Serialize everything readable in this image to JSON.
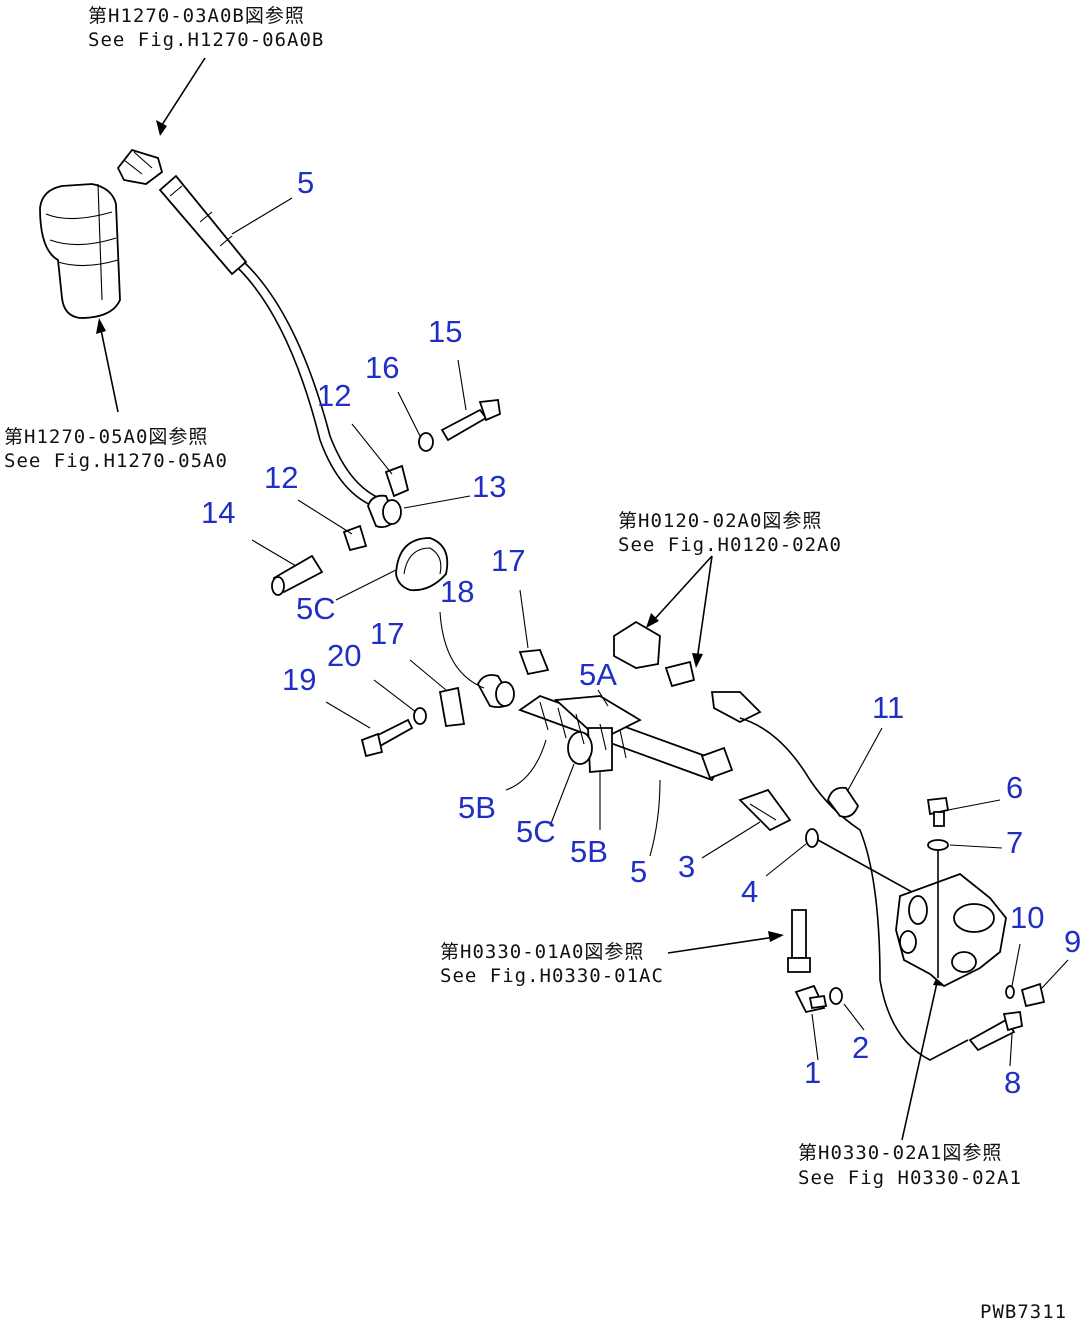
{
  "references": [
    {
      "id": "ref-h1270-03a0b",
      "jp": "第H1270-03A0B図参照",
      "en": "See Fig.H1270-06A0B"
    },
    {
      "id": "ref-h1270-05a0",
      "jp": "第H1270-05A0図参照",
      "en": "See Fig.H1270-05A0"
    },
    {
      "id": "ref-h0120-02a0",
      "jp": "第H0120-02A0図参照",
      "en": "See Fig.H0120-02A0"
    },
    {
      "id": "ref-h0330-01a0",
      "jp": "第H0330-01A0図参照",
      "en": "See Fig.H0330-01AC"
    },
    {
      "id": "ref-h0330-02a1",
      "jp": "第H0330-02A1図参照",
      "en": "See Fig H0330-02A1"
    }
  ],
  "callouts": [
    "5",
    "15",
    "16",
    "12",
    "12",
    "13",
    "14",
    "5C",
    "18",
    "17",
    "17",
    "20",
    "19",
    "5A",
    "11",
    "5B",
    "5C",
    "5B",
    "5",
    "3",
    "6",
    "7",
    "4",
    "10",
    "9",
    "2",
    "1",
    "8"
  ],
  "figure_number": "PWB7311"
}
